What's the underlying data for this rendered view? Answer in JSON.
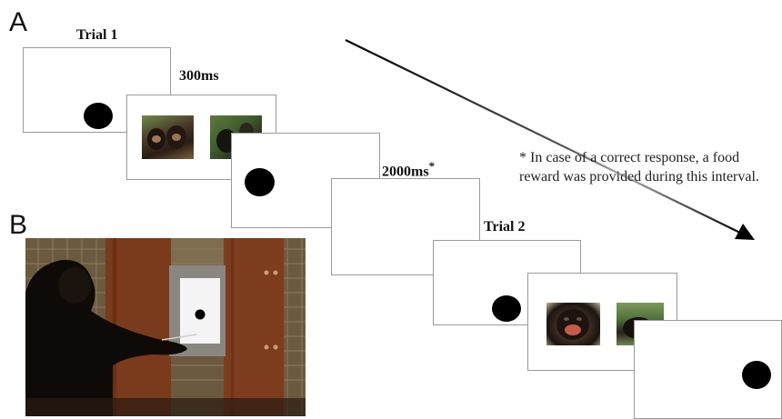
{
  "panels": {
    "a": "A",
    "b": "B"
  },
  "labels": {
    "trial1": "Trial 1",
    "t300": "300ms",
    "t2000": "2000ms",
    "asterisk": "*",
    "trial2": "Trial 2"
  },
  "note": "* In case of a correct response, a food reward was provided during this interval.",
  "colors": {
    "frame": "#9a9a9a",
    "dot": "#000000",
    "arrow": "#000000"
  }
}
